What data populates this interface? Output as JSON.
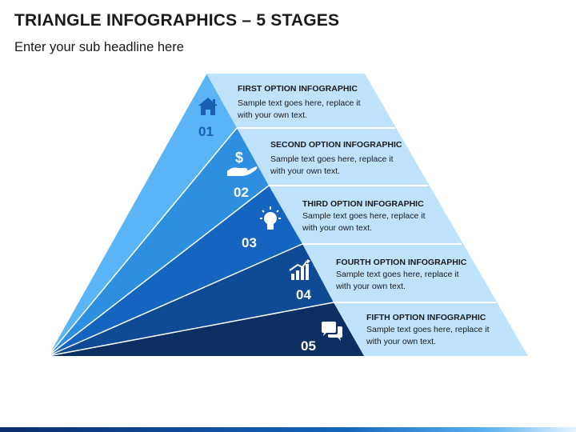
{
  "header": {
    "title": "TRIANGLE INFOGRAPHICS – 5 STAGES",
    "subtitle": "Enter your sub headline here"
  },
  "stages": [
    {
      "number": "01",
      "title": "FIRST OPTION INFOGRAPHIC",
      "line1": "Sample text goes here, replace it",
      "line2": "with your own text.",
      "icon": "home-icon",
      "color": "#5ab4f5"
    },
    {
      "number": "02",
      "title": "SECOND OPTION INFOGRAPHIC",
      "line1": "Sample text goes here, replace it",
      "line2": "with your own text.",
      "icon": "hand-dollar-icon",
      "color": "#2e8fe0"
    },
    {
      "number": "03",
      "title": "THIRD OPTION INFOGRAPHIC",
      "line1": "Sample text goes here, replace it",
      "line2": "with your own text.",
      "icon": "lightbulb-icon",
      "color": "#1565c0"
    },
    {
      "number": "04",
      "title": "FOURTH OPTION INFOGRAPHIC",
      "line1": "Sample text goes here, replace it",
      "line2": "with your own text.",
      "icon": "bar-chart-icon",
      "color": "#0f4a94"
    },
    {
      "number": "05",
      "title": "FIFTH OPTION INFOGRAPHIC",
      "line1": "Sample text goes here, replace it",
      "line2": "with your own text.",
      "icon": "chat-icon",
      "color": "#0b2f62"
    }
  ],
  "colors": {
    "left_face": "#8ecbfb",
    "right_face": "#bfe3fd",
    "icon_color": "#1a5fb4",
    "divider": "#ffffff"
  }
}
